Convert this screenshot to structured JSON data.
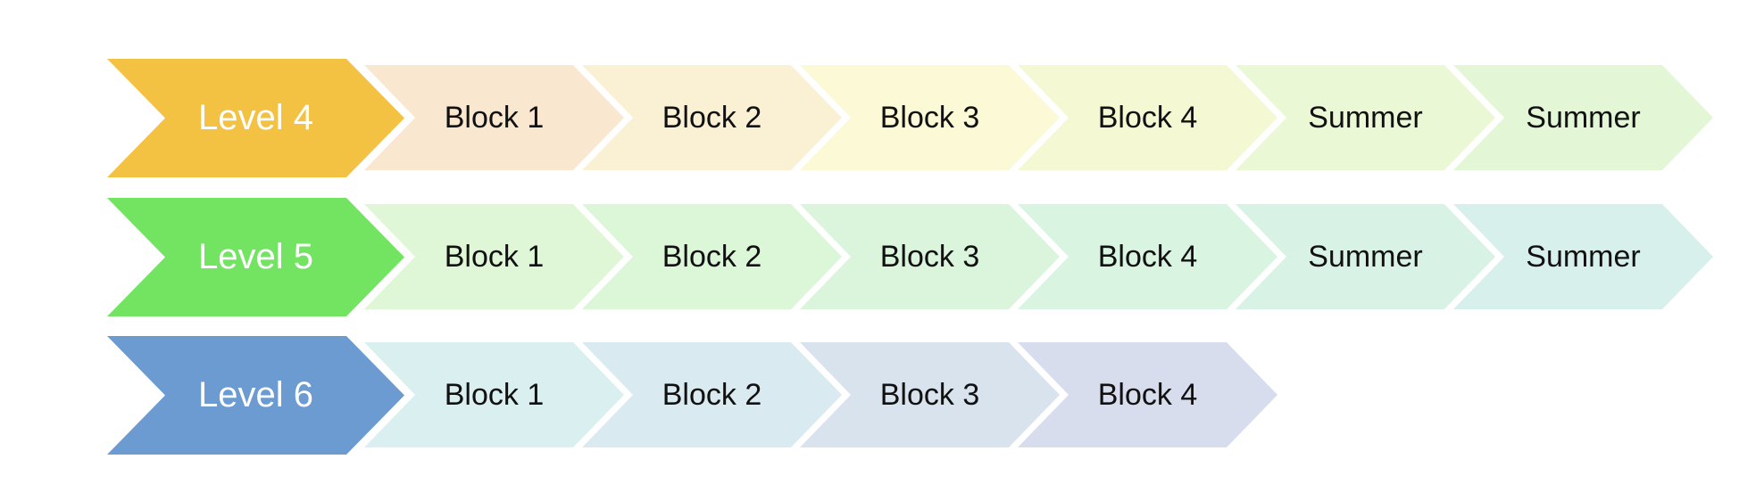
{
  "rows": [
    {
      "level": {
        "label": "Level 4",
        "color": "#F4C242"
      },
      "blocks": [
        {
          "label": "Block 1",
          "color": "#F9E7D0"
        },
        {
          "label": "Block 2",
          "color": "#FAF1D5"
        },
        {
          "label": "Block 3",
          "color": "#FBF9D6"
        },
        {
          "label": "Block 4",
          "color": "#F4F9D4"
        },
        {
          "label": "Summer",
          "color": "#EBF8D5"
        },
        {
          "label": "Summer",
          "color": "#E3F7D7"
        }
      ]
    },
    {
      "level": {
        "label": "Level 5",
        "color": "#72E462"
      },
      "blocks": [
        {
          "label": "Block 1",
          "color": "#E0F7D7"
        },
        {
          "label": "Block 2",
          "color": "#DCF6D8"
        },
        {
          "label": "Block 3",
          "color": "#DAF5DC"
        },
        {
          "label": "Block 4",
          "color": "#D9F4E0"
        },
        {
          "label": "Summer",
          "color": "#D9F2E6"
        },
        {
          "label": "Summer",
          "color": "#D8F0EB"
        }
      ]
    },
    {
      "level": {
        "label": "Level 6",
        "color": "#6B9BD0"
      },
      "blocks": [
        {
          "label": "Block 1",
          "color": "#DAEFEF"
        },
        {
          "label": "Block 2",
          "color": "#D9EAF0"
        },
        {
          "label": "Block 3",
          "color": "#D9E3EE"
        },
        {
          "label": "Block 4",
          "color": "#D8DDEE"
        }
      ]
    }
  ]
}
